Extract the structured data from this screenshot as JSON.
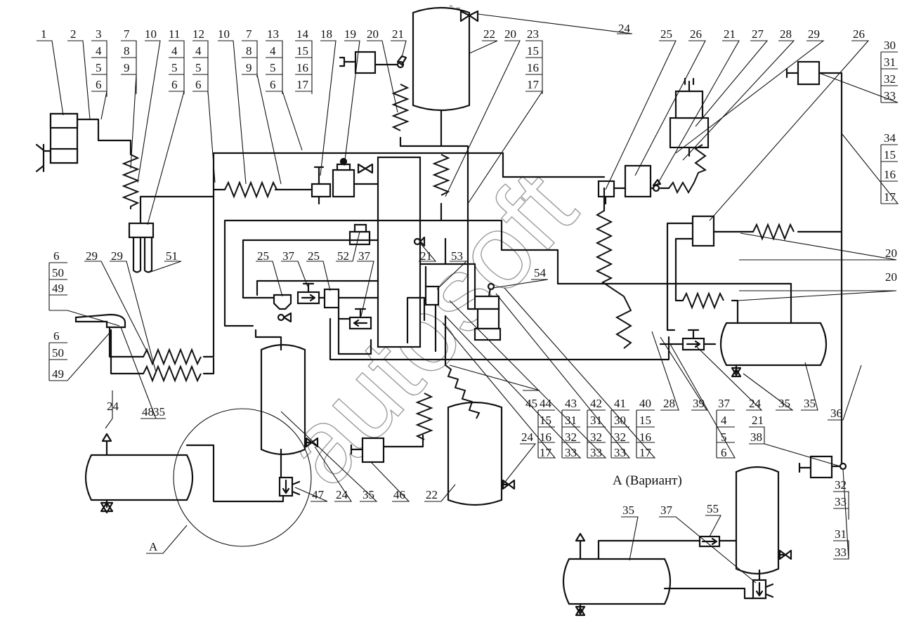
{
  "caption": "А (Вариант)",
  "detail_letter": "А",
  "watermark": "autosoft",
  "top_label": "ᵐ₀ ₐₐₐ",
  "callouts": {
    "c1": "1",
    "c2": "2",
    "c3": [
      "3",
      "4",
      "5",
      "6"
    ],
    "c7a": [
      "7",
      "8",
      "9"
    ],
    "c10a": "10",
    "c11": [
      "11",
      "4",
      "5",
      "6"
    ],
    "c12": [
      "12",
      "4",
      "5",
      "6"
    ],
    "c10b": "10",
    "c7b": [
      "7",
      "8",
      "9"
    ],
    "c13": [
      "13",
      "4",
      "5",
      "6"
    ],
    "c14": [
      "14",
      "15",
      "16",
      "17"
    ],
    "c18": "18",
    "c19": "19",
    "c20a": "20",
    "c21a": "21",
    "c24a": "24",
    "c22a": "22",
    "c20b": "20",
    "c23": [
      "23",
      "15",
      "16",
      "17"
    ],
    "c25a": "25",
    "c26a": "26",
    "c21b": "21",
    "c27": "27",
    "c28a": "28",
    "c29a": "29",
    "c26b": "26",
    "c30": [
      "30",
      "31",
      "32",
      "33"
    ],
    "c34": [
      "34",
      "15",
      "16",
      "17"
    ],
    "c6a": [
      "6",
      "50",
      "49"
    ],
    "c29b": "29",
    "c29c": "29",
    "c51": "51",
    "c25b": "25",
    "c37a": "37",
    "c25c": "25",
    "c52": "52",
    "c37b": "37",
    "c21c": "21",
    "c53": "53",
    "c54": "54",
    "c20c": "20",
    "c20d": "20",
    "c6b": [
      "6",
      "50",
      "49"
    ],
    "c48": "48",
    "c35a": "35",
    "c24b": "24",
    "c45": "45",
    "c44": [
      "44",
      "15",
      "16",
      "17"
    ],
    "c43": [
      "43",
      "31",
      "32",
      "33"
    ],
    "c42": [
      "42",
      "31",
      "32",
      "33"
    ],
    "c41": [
      "41",
      "30",
      "32",
      "33"
    ],
    "c40": [
      "40",
      "15",
      "16",
      "17"
    ],
    "c28b": "28",
    "c39": [
      "39",
      "4",
      "5",
      "6"
    ],
    "c37c": "37",
    "c24c": "24",
    "c35b": "35",
    "c36": "36",
    "c21d": [
      "21",
      "38"
    ],
    "c24d": "24",
    "c22b": "22",
    "c47": "47",
    "c24e": "24",
    "c35c": "35",
    "c46": "46",
    "c32": [
      "32",
      "33"
    ],
    "c31": [
      "31",
      "33"
    ],
    "c35d": "35",
    "c37d": "37",
    "c55": "55"
  }
}
